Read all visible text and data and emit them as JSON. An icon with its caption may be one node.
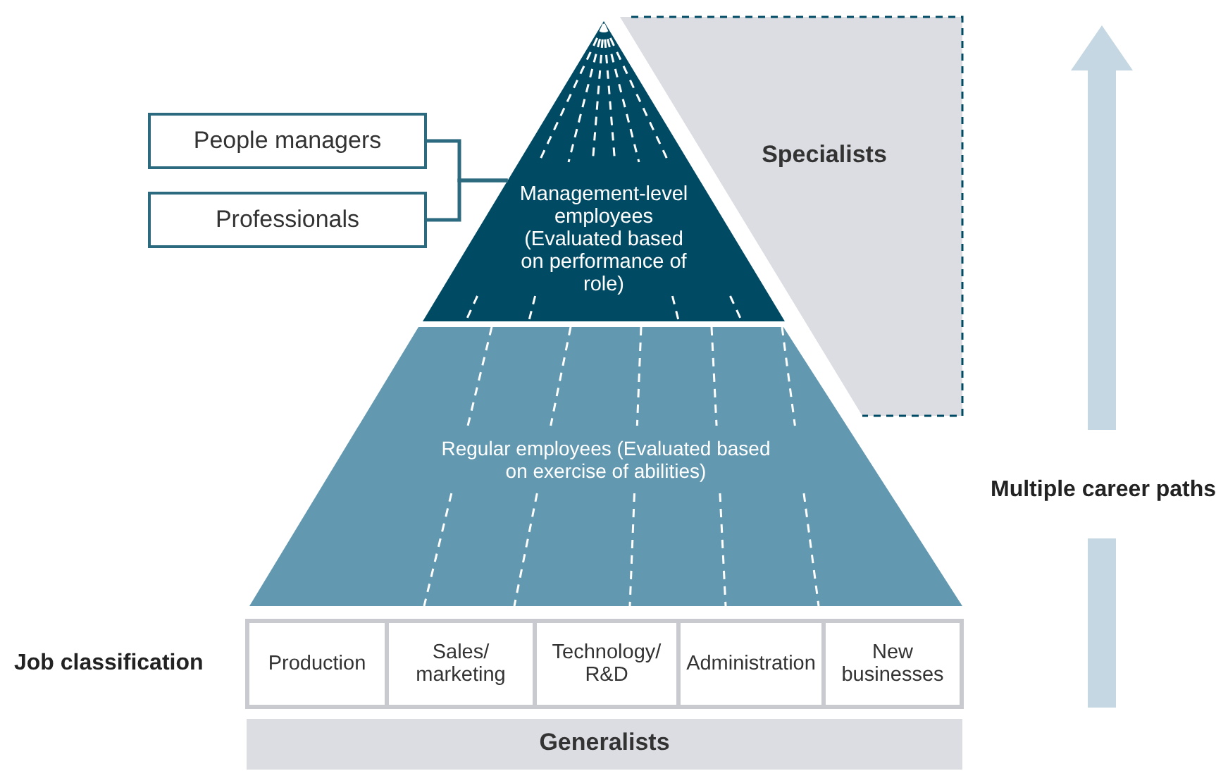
{
  "diagram": {
    "nodes": [
      {
        "text": [
          "People managers"
        ]
      },
      {
        "text": [
          "Professionals"
        ]
      },
      {
        "text": [
          "Management-level employees (Evaluated based on performance of role)"
        ]
      },
      {
        "text": [
          "Specialists"
        ]
      },
      {
        "text": [
          "Regular employees (Evaluated based on exercise of abilities)"
        ]
      },
      {
        "text": [
          "Production"
        ]
      },
      {
        "text": [
          "Sales/ marketing"
        ]
      },
      {
        "text": [
          "Technology/ R&D"
        ]
      },
      {
        "text": [
          "Administration"
        ]
      },
      {
        "text": [
          "New businesses"
        ]
      },
      {
        "text": [
          "Generalists"
        ]
      }
    ],
    "edges": [
      {
        "from": 0,
        "to": 2,
        "arrow": "none"
      },
      {
        "from": 1,
        "to": 2,
        "arrow": "none"
      }
    ],
    "labels": [
      "Multiple career paths",
      "Job classification"
    ]
  }
}
